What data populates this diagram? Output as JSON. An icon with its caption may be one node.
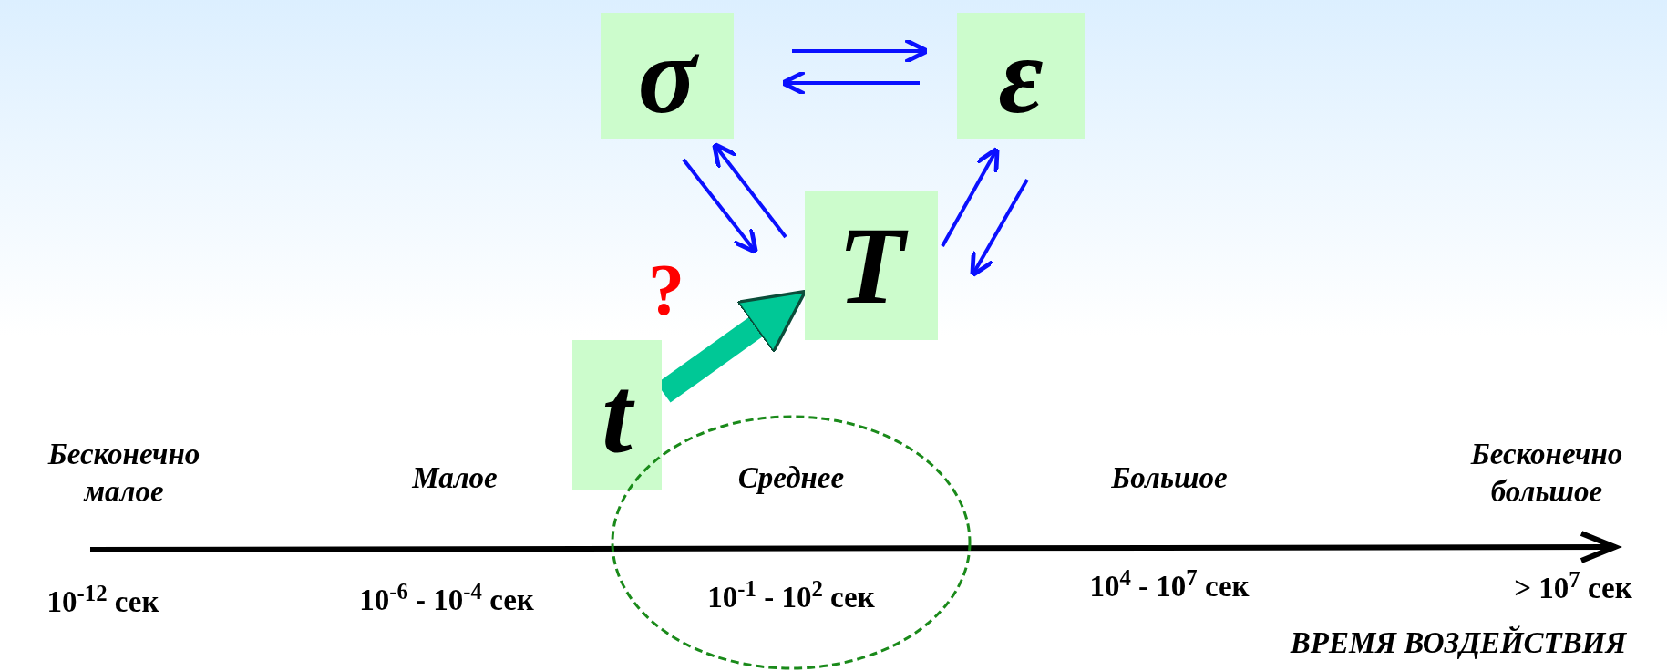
{
  "diagram": {
    "nodes": [
      {
        "text": [
          "σ"
        ]
      },
      {
        "text": [
          "ε"
        ]
      },
      {
        "text": [
          "T"
        ]
      },
      {
        "text": [
          "t"
        ]
      },
      {
        "text": [
          "Среднее",
          "10$^{-1}$  - 10$^{2}$ сек"
        ]
      }
    ],
    "edges": [
      {
        "from": 0,
        "to": 1,
        "arrow": "to"
      },
      {
        "from": 1,
        "to": 0,
        "arrow": "to"
      },
      {
        "from": 0,
        "to": 2,
        "arrow": "to"
      },
      {
        "from": 2,
        "to": 0,
        "arrow": "to"
      },
      {
        "from": 2,
        "to": 1,
        "arrow": "to"
      },
      {
        "from": 1,
        "to": 2,
        "arrow": "to"
      },
      {
        "from": 3,
        "to": 2,
        "arrow": "to",
        "style": "thick",
        "color": "#00c896"
      }
    ],
    "labels": [
      "?",
      "Бесконечно малое",
      "Малое",
      "Большое",
      "Бесконечно большое",
      "10$^{-12}$ сек",
      "10$^{-6}$  - 10$^{-4}$ сек",
      "10$^{4}$  - 10$^{7}$ сек",
      "> 10$^{7}$ сек",
      "ВРЕМЯ  ВОЗДЕЙСТВИЯ"
    ]
  }
}
